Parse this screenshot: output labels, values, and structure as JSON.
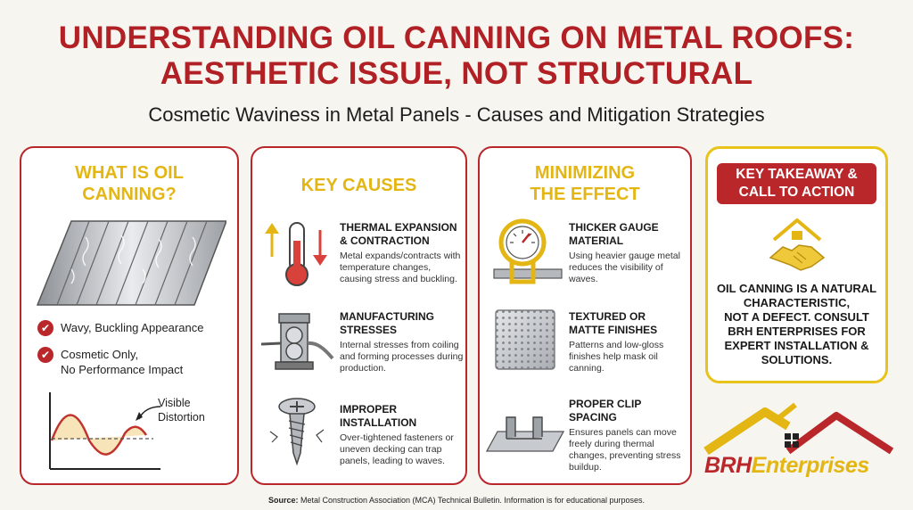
{
  "header": {
    "title_line1": "UNDERSTANDING OIL CANNING ON METAL ROOFS:",
    "title_line2": "AESTHETIC ISSUE, NOT STRUCTURAL",
    "subtitle": "Cosmetic Waviness in Metal Panels - Causes and Mitigation Strategies"
  },
  "what_is": {
    "title_line1": "WHAT IS OIL",
    "title_line2": "CANNING?",
    "checks": [
      {
        "line1": "Wavy, Buckling Appearance",
        "line2": ""
      },
      {
        "line1": "Cosmetic Only,",
        "line2": "No Performance Impact"
      }
    ],
    "graph_label_line1": "Visible",
    "graph_label_line2": "Distortion"
  },
  "causes": {
    "title": "KEY CAUSES",
    "items": [
      {
        "title_line1": "THERMAL EXPANSION",
        "title_line2": "& CONTRACTION",
        "desc": "Metal expands/contracts with temperature changes, causing stress and buckling.",
        "icon": "thermometer-icon"
      },
      {
        "title_line1": "MANUFACTURING",
        "title_line2": "STRESSES",
        "desc": "Internal stresses from coiling and forming processes during production.",
        "icon": "roller-icon"
      },
      {
        "title_line1": "IMPROPER",
        "title_line2": "INSTALLATION",
        "desc": "Over-tightened fasteners or uneven decking can trap panels, leading to waves.",
        "icon": "screw-icon"
      }
    ]
  },
  "minimize": {
    "title_line1": "MINIMIZING",
    "title_line2": "THE EFFECT",
    "items": [
      {
        "title_line1": "THICKER GAUGE",
        "title_line2": "MATERIAL",
        "desc": "Using heavier gauge metal reduces the visibility of waves.",
        "icon": "gauge-icon"
      },
      {
        "title_line1": "TEXTURED OR",
        "title_line2": "MATTE FINISHES",
        "desc": "Patterns and low-gloss finishes help mask oil canning.",
        "icon": "texture-icon"
      },
      {
        "title_line1": "PROPER CLIP",
        "title_line2": "SPACING",
        "desc": "Ensures panels can move freely during thermal changes, preventing stress buildup.",
        "icon": "clip-icon"
      }
    ]
  },
  "takeaway": {
    "head_line1": "KEY TAKEAWAY &",
    "head_line2": "CALL TO ACTION",
    "text_lines": [
      "OIL CANNING IS A NATURAL",
      "CHARACTERISTIC,",
      "NOT A DEFECT. CONSULT",
      "BRH ENTERPRISES FOR",
      "EXPERT INSTALLATION &",
      "SOLUTIONS."
    ]
  },
  "logo": {
    "part1": "BRH",
    "part2": "Enterprises"
  },
  "source": {
    "label": "Source:",
    "text": " Metal Construction Association (MCA) Technical Bulletin. Information is for educational purposes."
  },
  "colors": {
    "accent_red": "#b9272b",
    "accent_yellow": "#e3b614",
    "background": "#f7f5f0"
  }
}
